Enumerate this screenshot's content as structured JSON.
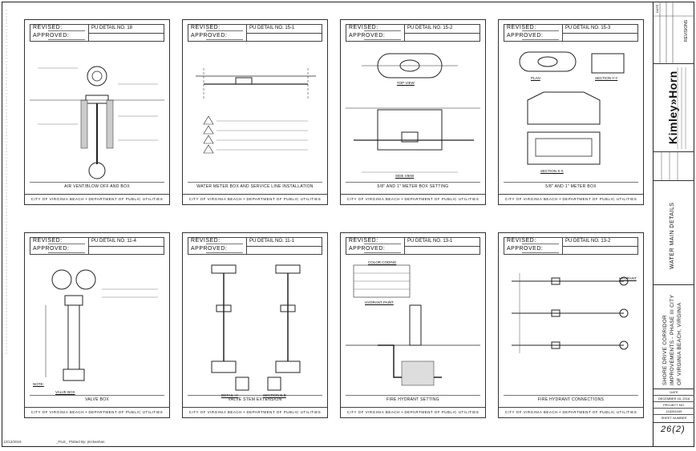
{
  "panels": [
    {
      "revised": "REVISED:",
      "approved": "APPROVED:",
      "detail": "PU DETAIL NO. 18",
      "caption": "AIR VENT/BLOW OFF AND BOX",
      "footer": "CITY OF VIRGINIA BEACH  •  DEPARTMENT OF PUBLIC UTILITIES"
    },
    {
      "revised": "REVISED:",
      "approved": "APPROVED:",
      "detail": "PU DETAIL NO. 15-1",
      "caption": "WATER METER BOX AND SERVICE LINE INSTALLATION",
      "footer": "CITY OF VIRGINIA BEACH  •  DEPARTMENT OF PUBLIC UTILITIES"
    },
    {
      "revised": "REVISED:",
      "approved": "APPROVED:",
      "detail": "PU DETAIL NO. 15-2",
      "caption": "5/8\" AND 1\" METER BOX SETTING",
      "footer": "CITY OF VIRGINIA BEACH  •  DEPARTMENT OF PUBLIC UTILITIES"
    },
    {
      "revised": "REVISED:",
      "approved": "APPROVED:",
      "detail": "PU DETAIL NO. 15-3",
      "caption": "5/8\" AND 1\" METER BOX",
      "footer": "CITY OF VIRGINIA BEACH  •  DEPARTMENT OF PUBLIC UTILITIES"
    },
    {
      "revised": "REVISED:",
      "approved": "APPROVED:",
      "detail": "PU DETAIL NO. 11-4",
      "caption": "VALVE BOX",
      "footer": "CITY OF VIRGINIA BEACH  •  DEPARTMENT OF PUBLIC UTILITIES"
    },
    {
      "revised": "REVISED:",
      "approved": "APPROVED:",
      "detail": "PU DETAIL NO. 11-1",
      "caption": "VALVE STEM EXTENSION",
      "footer": "CITY OF VIRGINIA BEACH  •  DEPARTMENT OF PUBLIC UTILITIES"
    },
    {
      "revised": "REVISED:",
      "approved": "APPROVED:",
      "detail": "PU DETAIL NO. 13-1",
      "caption": "FIRE HYDRANT SETTING",
      "footer": "CITY OF VIRGINIA BEACH  •  DEPARTMENT OF PUBLIC UTILITIES"
    },
    {
      "revised": "REVISED:",
      "approved": "APPROVED:",
      "detail": "PU DETAIL NO. 13-2",
      "caption": "FIRE HYDRANT CONNECTIONS",
      "footer": "CITY OF VIRGINIA BEACH  •  DEPARTMENT OF PUBLIC UTILITIES"
    }
  ],
  "labels": {
    "p2_top": "TOP VIEW",
    "p2_side": "SIDE VIEW",
    "p3_plan": "PLAN",
    "p3_secyy": "SECTION Y-Y",
    "p3_secxx": "SECTION X-X",
    "p4_valvebox": "VALVE BOX",
    "p4_note": "NOTE:",
    "p5_section": "SECTION B-B",
    "p5_detail": "DETAIL 'A'",
    "p6_color": "COLOR CODING",
    "p6_paint": "HYDRANT PAINT",
    "p7_hydrant": "HYDRANT"
  },
  "title_block": {
    "company": "Kimley»Horn",
    "project_title": "SHORE DRIVE CORRIDOR IMPROVEMENTS - PHASE III CITY OF VIRGINIA BEACH, VIRGINIA",
    "sheet_title": "WATER MAIN DETAILS",
    "revisions": "REVISIONS",
    "date_label": "DATE",
    "date": "DECEMBER 16, 2016",
    "project_no_label": "PROJECT NO.",
    "project_no": "116261049",
    "sheet_number_label": "SHEET NUMBER",
    "sheet_number": "26(2)"
  },
  "meta": {
    "plot_date": "12/12/2016",
    "file_note": "_FILE_   Plotted By: jmckeehan"
  }
}
